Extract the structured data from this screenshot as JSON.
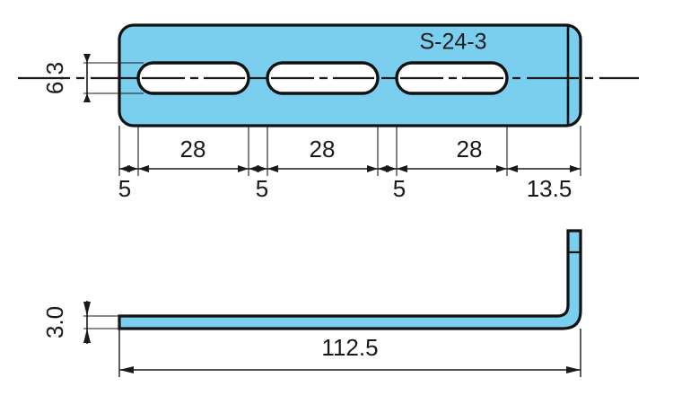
{
  "drawing": {
    "title": "S-24-3",
    "part_label": "S-24-3",
    "colors": {
      "body_fill": "#7ACFEE",
      "outline": "#111111",
      "slot_fill": "#FFFFFF",
      "dimension_line": "#1a1a1a",
      "background": "#FFFFFF"
    },
    "views": {
      "top": {
        "name": "top-view",
        "slot_count": 3
      },
      "side": {
        "name": "side-profile-view"
      }
    },
    "dimensions": {
      "slot_width": "6.3",
      "pitch_1": "28",
      "pitch_2": "28",
      "pitch_3": "28",
      "edge_1": "5",
      "edge_2": "5",
      "edge_3": "5",
      "end_margin": "13.5",
      "thickness": "3.0",
      "overall_length": "112.5"
    },
    "dimension_list": [
      {
        "value": "6.3",
        "orientation": "vertical",
        "view": "top"
      },
      {
        "value": "28",
        "orientation": "horizontal",
        "view": "top"
      },
      {
        "value": "28",
        "orientation": "horizontal",
        "view": "top"
      },
      {
        "value": "28",
        "orientation": "horizontal",
        "view": "top"
      },
      {
        "value": "5",
        "orientation": "horizontal",
        "view": "top"
      },
      {
        "value": "5",
        "orientation": "horizontal",
        "view": "top"
      },
      {
        "value": "5",
        "orientation": "horizontal",
        "view": "top"
      },
      {
        "value": "13.5",
        "orientation": "horizontal",
        "view": "top"
      },
      {
        "value": "3.0",
        "orientation": "vertical",
        "view": "side"
      },
      {
        "value": "112.5",
        "orientation": "horizontal",
        "view": "side"
      }
    ]
  }
}
